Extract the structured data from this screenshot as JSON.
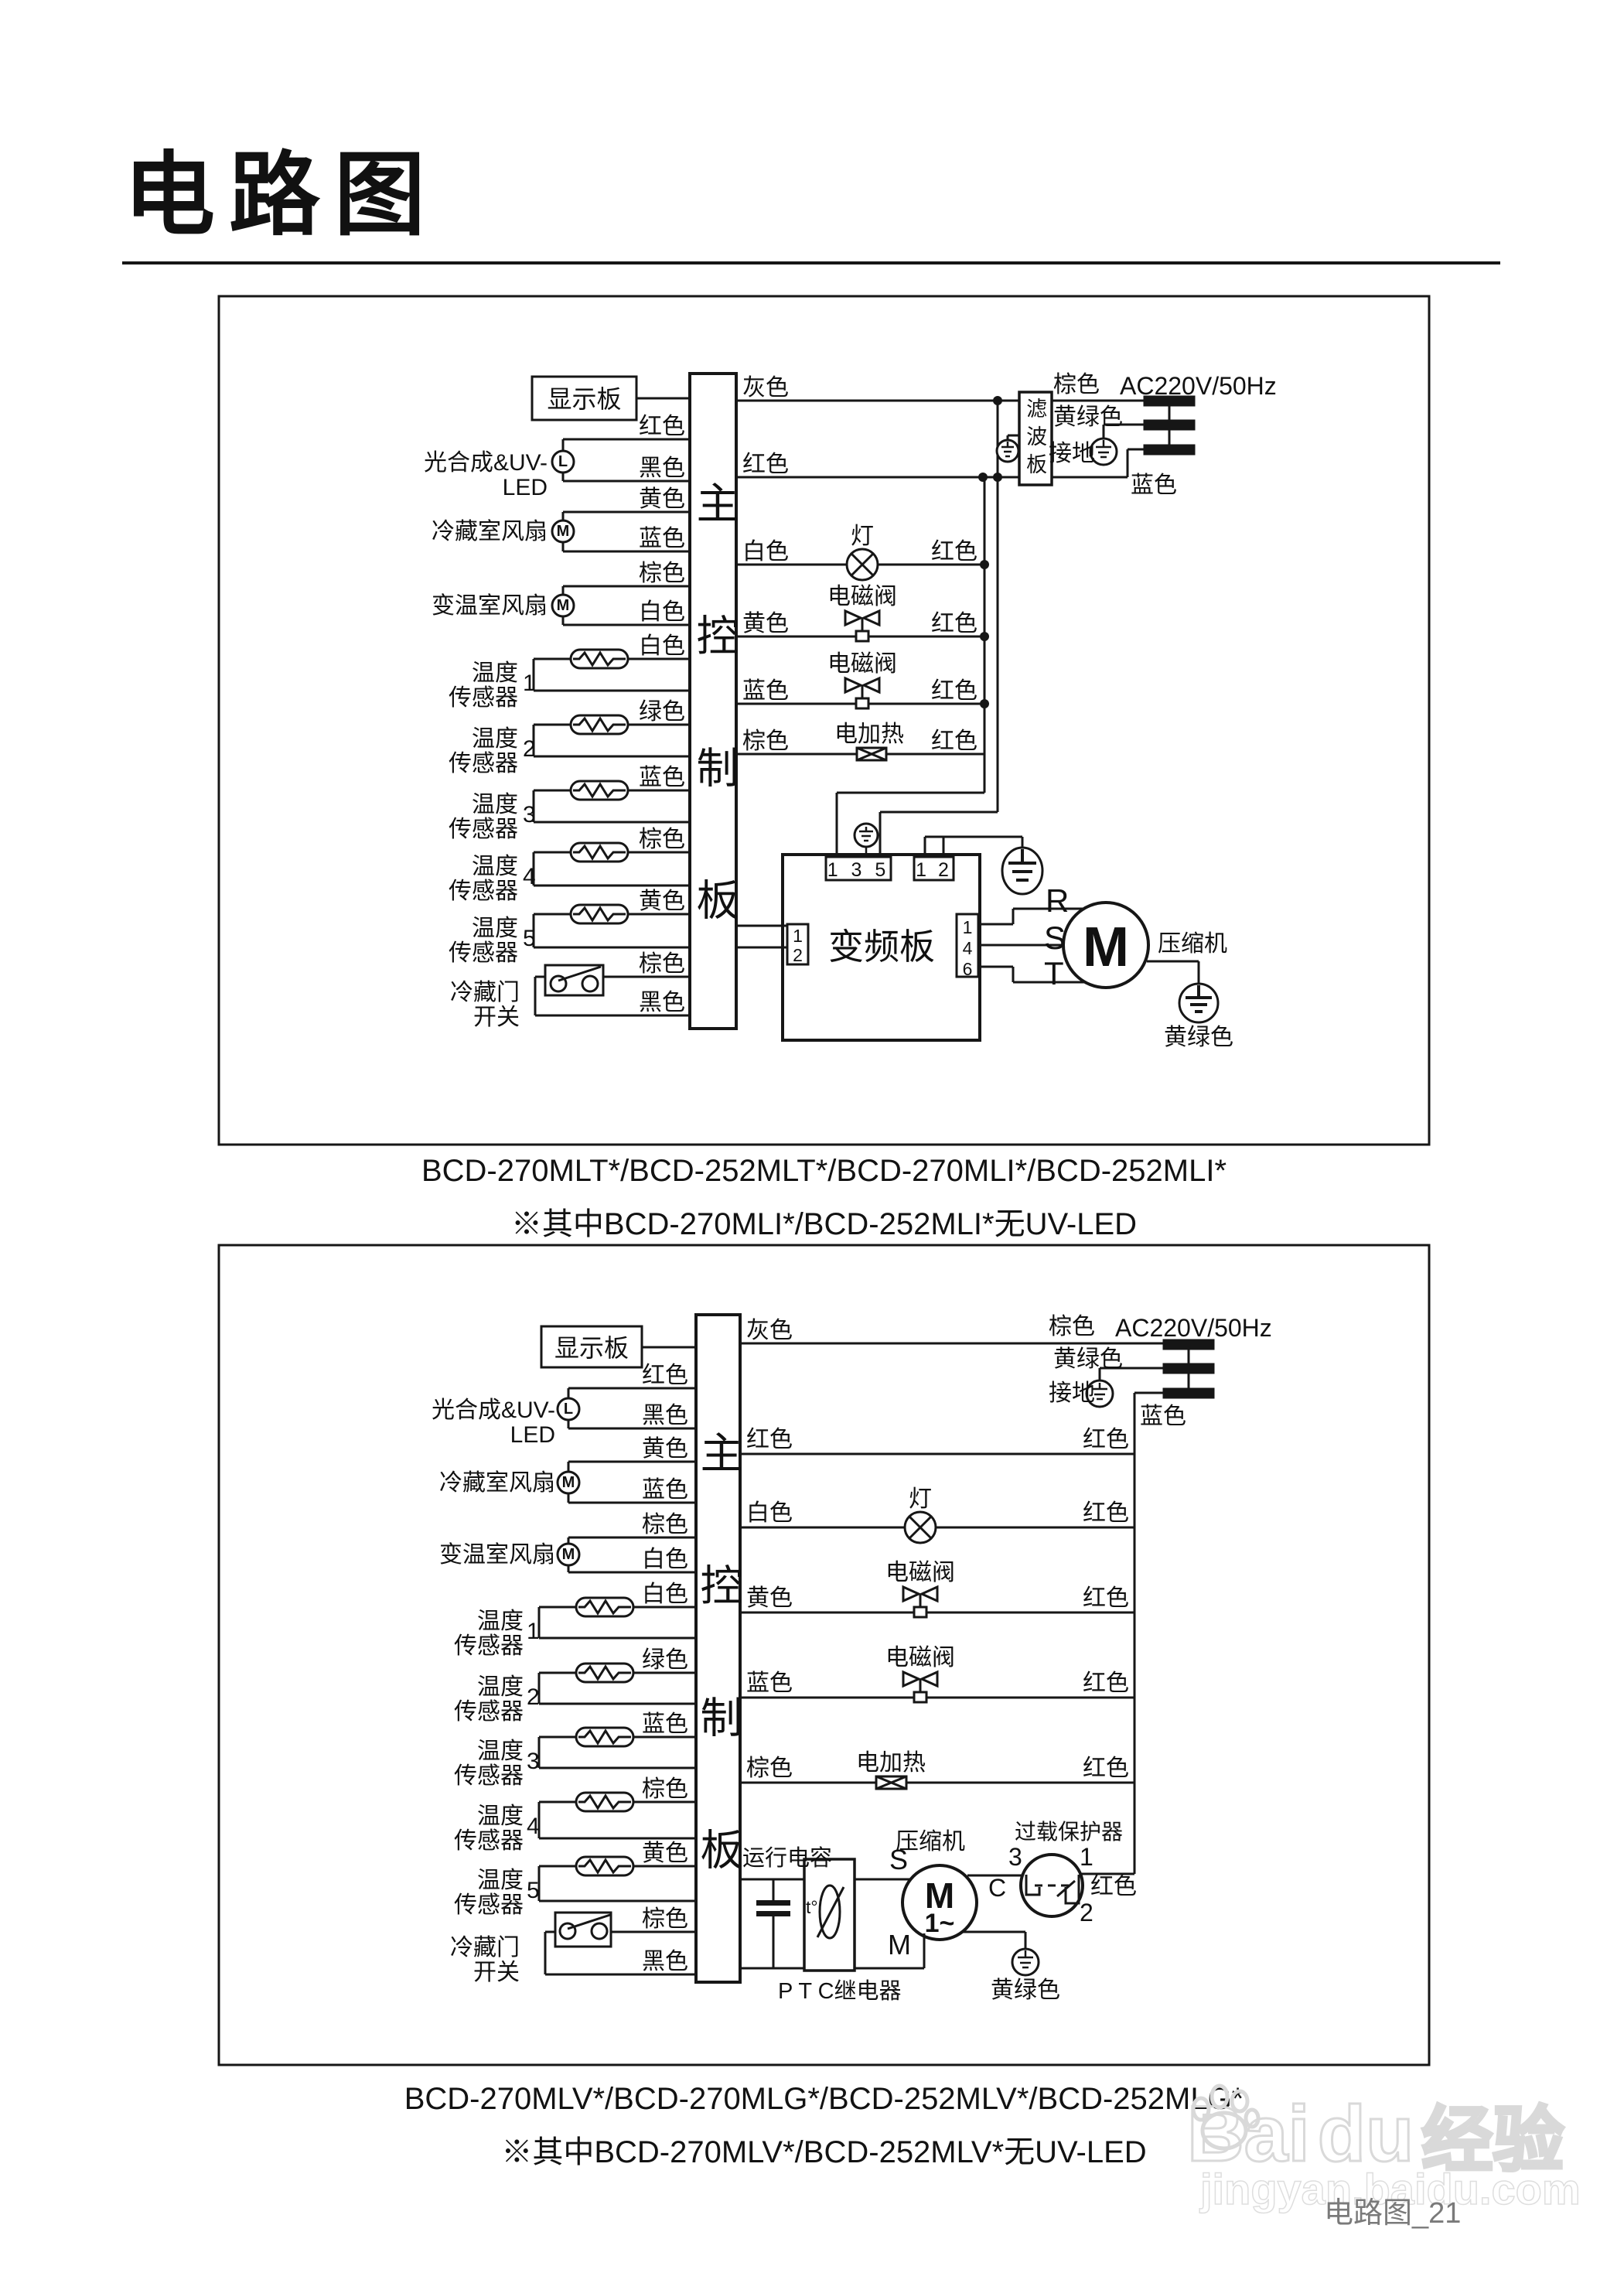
{
  "page": {
    "title": "电路图",
    "footer": "电路图_21"
  },
  "watermark": {
    "p1": "Bai",
    "p2": "du",
    "p3": "经验",
    "url": "jingyan.baidu.com"
  },
  "d1": {
    "captions": [
      "BCD-270MLT*/BCD-252MLT*/BCD-270MLI*/BCD-252MLI*",
      "※其中BCD-270MLI*/BCD-252MLI*无UV-LED"
    ],
    "board": "主控制板",
    "display": "显示板",
    "filter": "滤波板",
    "inverter": "变频板",
    "uvled": {
      "label": "光合成&UV-LED",
      "sym": "L",
      "c1": "红色",
      "c2": "黑色"
    },
    "fan1": {
      "label": "冷藏室风扇",
      "sym": "M",
      "c1": "黄色",
      "c2": "蓝色"
    },
    "fan2": {
      "label": "变温室风扇",
      "sym": "M",
      "c1": "棕色",
      "c2": "白色"
    },
    "sensors": [
      {
        "label": "温度\n传感器",
        "n": "1",
        "c": "白色"
      },
      {
        "label": "温度\n传感器",
        "n": "2",
        "c": "绿色"
      },
      {
        "label": "温度\n传感器",
        "n": "3",
        "c": "蓝色"
      },
      {
        "label": "温度\n传感器",
        "n": "4",
        "c": "棕色"
      },
      {
        "label": "温度\n传感器",
        "n": "5",
        "c": "黄色"
      }
    ],
    "door": {
      "label": "冷藏门\n开关",
      "c1": "棕色",
      "c2": "黑色"
    },
    "gray": "灰色",
    "red": "红色",
    "lamp": {
      "name": "灯",
      "l": "白色",
      "r": "红色"
    },
    "valve1": {
      "name": "电磁阀",
      "l": "黄色",
      "r": "红色"
    },
    "valve2": {
      "name": "电磁阀",
      "l": "蓝色",
      "r": "红色"
    },
    "heater": {
      "name": "电加热",
      "l": "棕色",
      "r": "红色"
    },
    "ac": {
      "brown": "棕色",
      "volt": "AC220V/50Hz",
      "pe": "黄绿色",
      "gnd": "接地",
      "blue": "蓝色"
    },
    "conn": {
      "a": "1 3 5",
      "b": "1 2",
      "c": "1\n2",
      "d": "1\n4\n6"
    },
    "r": "R",
    "s": "S",
    "t": "T",
    "motor": {
      "sym": "M",
      "label": "压缩机",
      "pe": "黄绿色"
    }
  },
  "d2": {
    "captions": [
      "BCD-270MLV*/BCD-270MLG*/BCD-252MLV*/BCD-252MLG*",
      "※其中BCD-270MLV*/BCD-252MLV*无UV-LED"
    ],
    "board": "主控制板",
    "display": "显示板",
    "uvled": {
      "label": "光合成&UV-LED",
      "sym": "L",
      "c1": "红色",
      "c2": "黑色"
    },
    "fan1": {
      "label": "冷藏室风扇",
      "sym": "M",
      "c1": "黄色",
      "c2": "蓝色"
    },
    "fan2": {
      "label": "变温室风扇",
      "sym": "M",
      "c1": "棕色",
      "c2": "白色"
    },
    "sensors": [
      {
        "label": "温度\n传感器",
        "n": "1",
        "c": "白色"
      },
      {
        "label": "温度\n传感器",
        "n": "2",
        "c": "绿色"
      },
      {
        "label": "温度\n传感器",
        "n": "3",
        "c": "蓝色"
      },
      {
        "label": "温度\n传感器",
        "n": "4",
        "c": "棕色"
      },
      {
        "label": "温度\n传感器",
        "n": "5",
        "c": "黄色"
      }
    ],
    "door": {
      "label": "冷藏门\n开关",
      "c1": "棕色",
      "c2": "黑色"
    },
    "gray": "灰色",
    "red": "红色",
    "redr": "红色",
    "lamp": {
      "name": "灯",
      "l": "白色",
      "r": "红色"
    },
    "valve1": {
      "name": "电磁阀",
      "l": "黄色",
      "r": "红色"
    },
    "valve2": {
      "name": "电磁阀",
      "l": "蓝色",
      "r": "红色"
    },
    "heater": {
      "name": "电加热",
      "l": "棕色",
      "r": "红色"
    },
    "ac": {
      "brown": "棕色",
      "volt": "AC220V/50Hz",
      "pe": "黄绿色",
      "gnd": "接地",
      "blue": "蓝色"
    },
    "cap": "运行电容",
    "ptc": "P T C继电器",
    "t": "t°",
    "motor": {
      "sym": "M",
      "hz": "1~",
      "label": "压缩机",
      "s": "S",
      "m": "M",
      "c": "C",
      "pe": "黄绿色"
    },
    "ovl": {
      "label": "过载保护器",
      "p3": "3",
      "p1": "1",
      "p2": "2",
      "r": "红色"
    }
  }
}
